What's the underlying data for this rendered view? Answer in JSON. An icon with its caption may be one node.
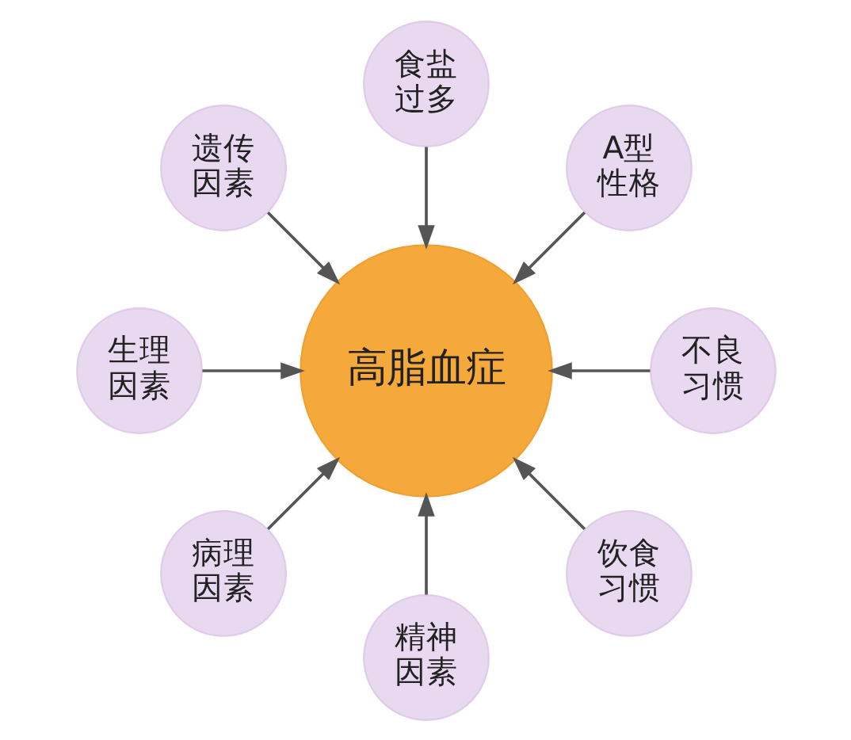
{
  "diagram": {
    "nodes": [
      {
        "text": [
          "高脂血症"
        ]
      },
      {
        "text": [
          "食盐过多"
        ]
      },
      {
        "text": [
          "A型性格"
        ]
      },
      {
        "text": [
          "不良习惯"
        ]
      },
      {
        "text": [
          "饮食习惯"
        ]
      },
      {
        "text": [
          "精神因素"
        ]
      },
      {
        "text": [
          "病理因素"
        ]
      },
      {
        "text": [
          "生理因素"
        ]
      },
      {
        "text": [
          "遗传因素"
        ]
      }
    ],
    "edges": [
      {
        "from": 1,
        "to": 0,
        "arrow": "to"
      },
      {
        "from": 2,
        "to": 0,
        "arrow": "to"
      },
      {
        "from": 3,
        "to": 0,
        "arrow": "to"
      },
      {
        "from": 4,
        "to": 0,
        "arrow": "to"
      },
      {
        "from": 5,
        "to": 0,
        "arrow": "to"
      },
      {
        "from": 6,
        "to": 0,
        "arrow": "to"
      },
      {
        "from": 7,
        "to": 0,
        "arrow": "to"
      },
      {
        "from": 8,
        "to": 0,
        "arrow": "to"
      }
    ]
  }
}
